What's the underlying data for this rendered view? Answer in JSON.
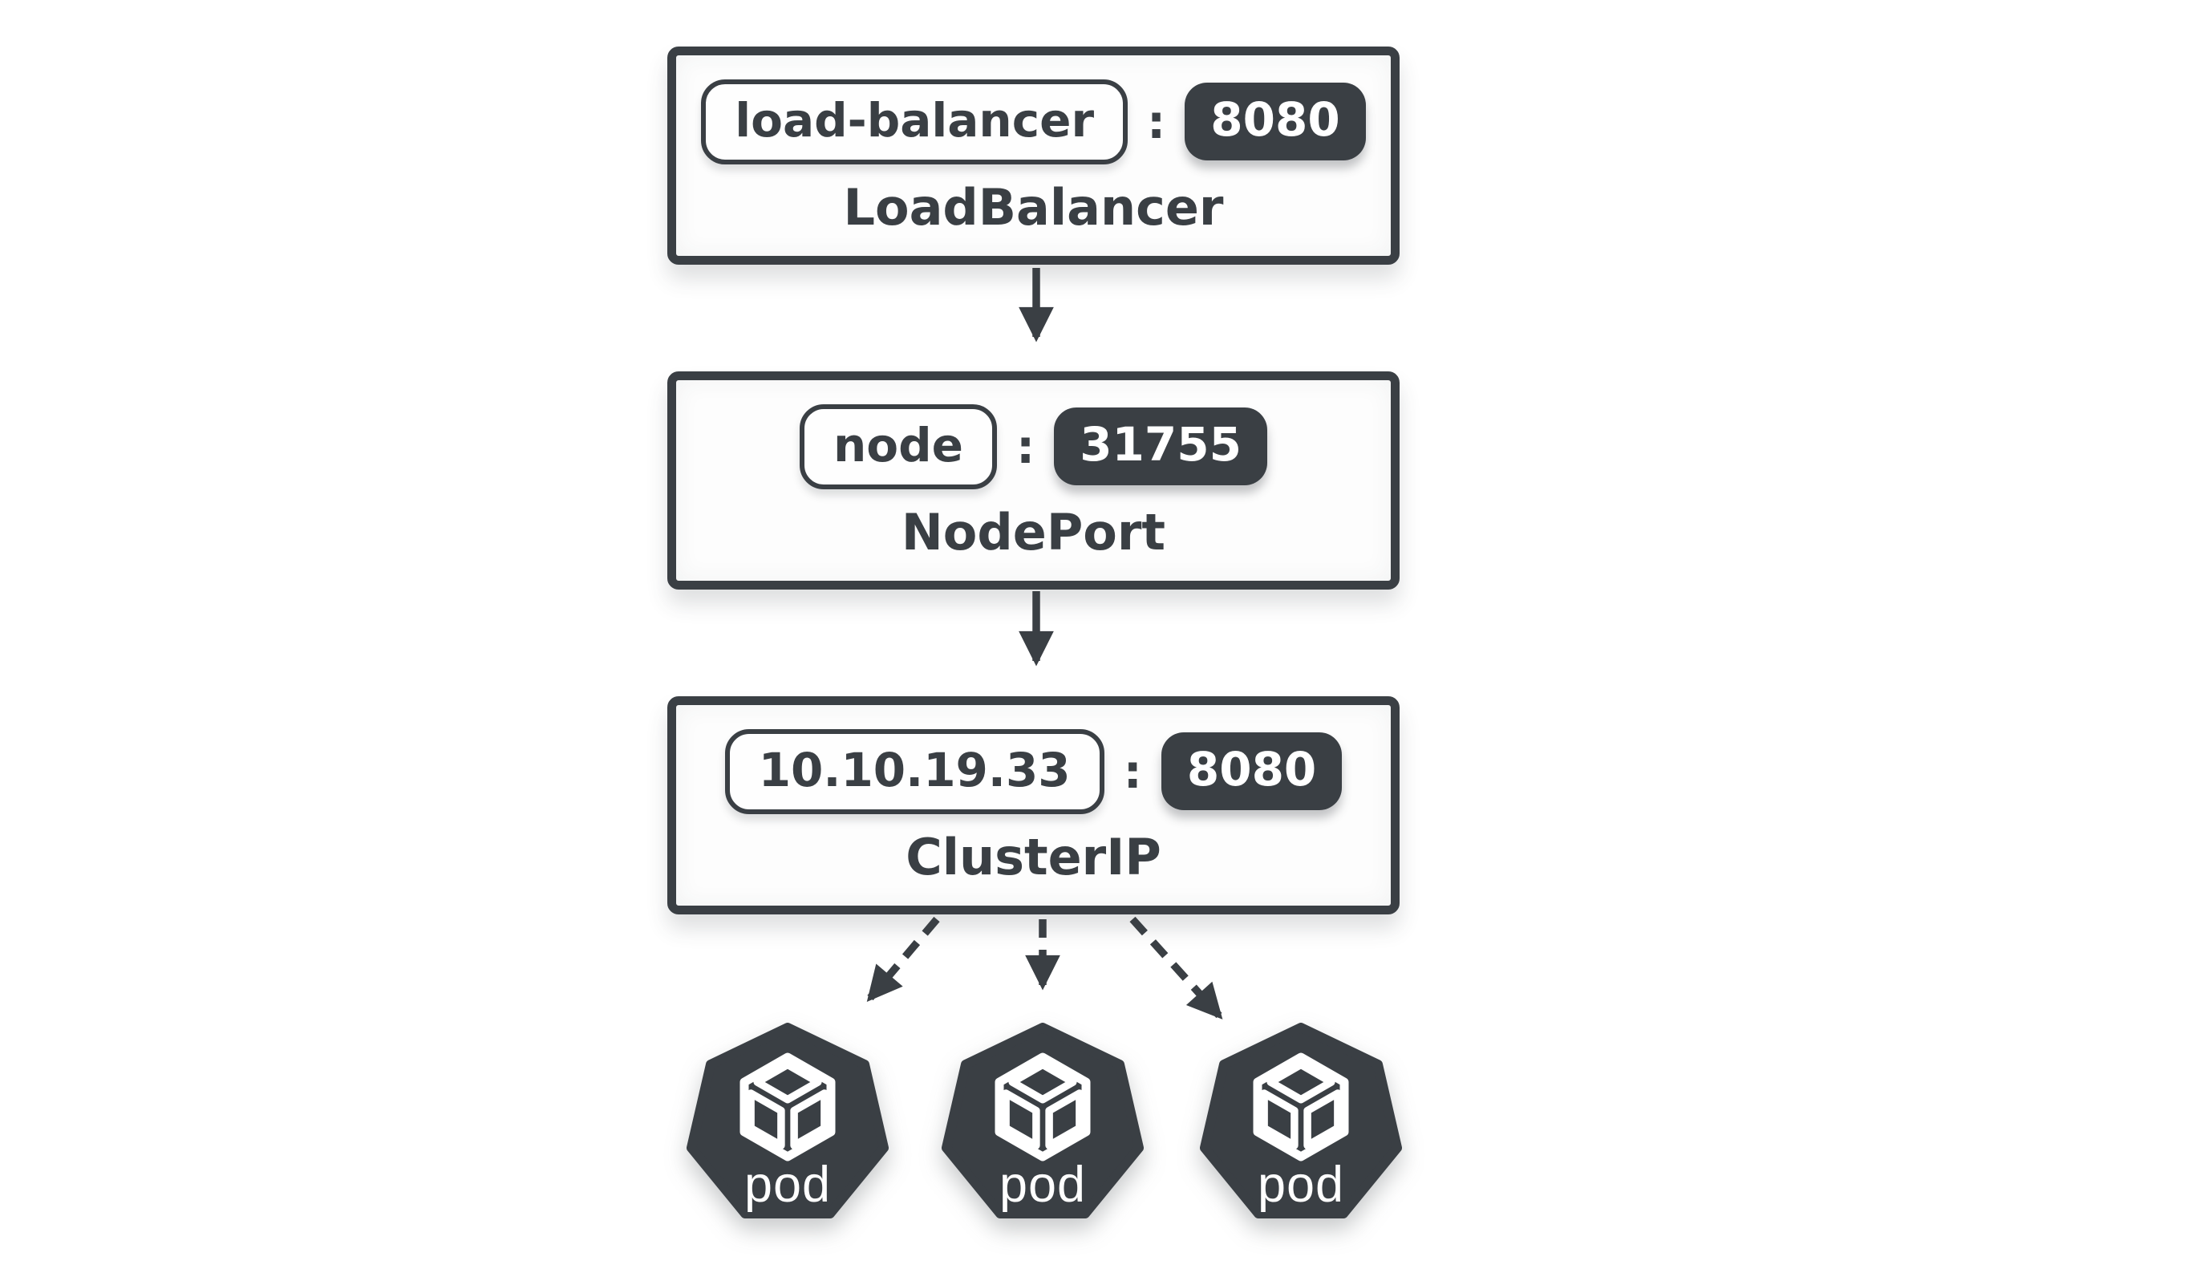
{
  "colors": {
    "ink": "#3a3f44",
    "paper": "#ffffff",
    "box-bg": "#fdfdfd"
  },
  "diagram": {
    "title": "kubernetes-service-routing",
    "services": [
      {
        "host": "load-balancer",
        "separator": ":",
        "port": "8080",
        "name": "LoadBalancer"
      },
      {
        "host": "node",
        "separator": ":",
        "port": "31755",
        "name": "NodePort"
      },
      {
        "host": "10.10.19.33",
        "separator": ":",
        "port": "8080",
        "name": "ClusterIP"
      }
    ],
    "pods": [
      {
        "label": "pod",
        "icon": "cube-icon"
      },
      {
        "label": "pod",
        "icon": "cube-icon"
      },
      {
        "label": "pod",
        "icon": "cube-icon"
      }
    ]
  }
}
